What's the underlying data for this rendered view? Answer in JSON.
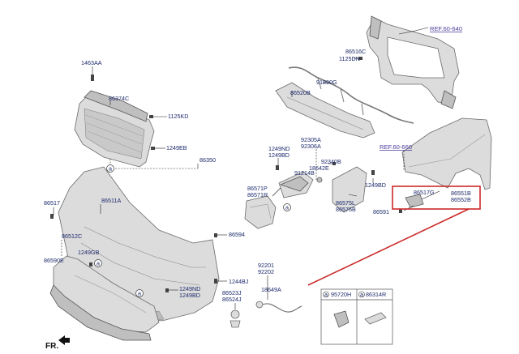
{
  "refs": {
    "upper": "REF.60-640",
    "fender": "REF.60-660"
  },
  "labels": {
    "p1463AA": "1463AA",
    "p86374C": "86374C",
    "p1125KD": "1125KD",
    "p1249EB": "1249EB",
    "p86350": "86350",
    "p86517": "86517",
    "p86511A": "86511A",
    "p86512C": "86512C",
    "p1249GB": "1249GB",
    "p86590E": "86590E",
    "p86594": "86594",
    "p1244BJ": "1244BJ",
    "p1249ND_b": "1249ND",
    "p1249BD_b": "1249BD",
    "p86523J": "86523J",
    "p86524J": "86524J",
    "p92201": "92201",
    "p92202": "92202",
    "p18649A": "18649A",
    "p86516C": "86516C",
    "p1125DN": "1125DN",
    "p91890G": "91890G",
    "p86520B": "86520B",
    "p1249ND": "1249ND",
    "p1249BD": "1249BD",
    "p92305A": "92305A",
    "p92306A": "92306A",
    "p92340B": "92340B",
    "p18642E": "18642E",
    "p91214B": "91214B",
    "p86571P": "86571P",
    "p86571R": "86571R",
    "p86575L": "86575L",
    "p86576B": "86576B",
    "p1249BD_r": "1249BD",
    "p86517G": "86517G",
    "p86551B": "86551B",
    "p86552B": "86552B",
    "p86591": "86591"
  },
  "callout": "a",
  "legend": {
    "marker": "a",
    "part1": "95720H",
    "part2": "86314R"
  },
  "front_label": "FR.",
  "colors": {
    "highlight": "#cc2a2a",
    "label": "#1c2a6b",
    "ref": "#4b3e9c"
  }
}
